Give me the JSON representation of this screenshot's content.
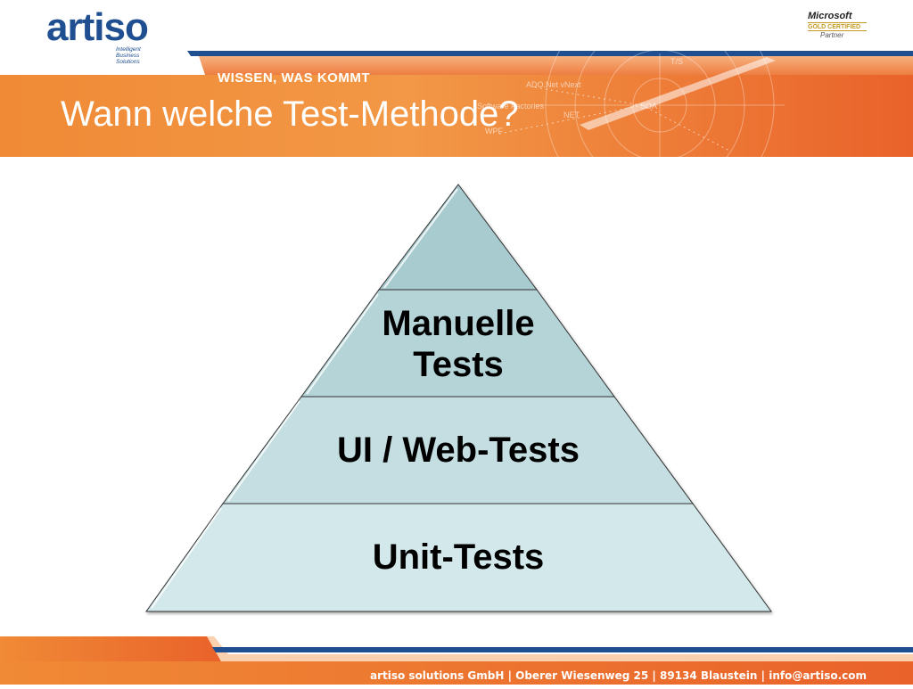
{
  "header": {
    "logo_text": "artiso",
    "logo_tagline": "Intelligent Business Solutions",
    "partner_brand": "Microsoft",
    "partner_level": "GOLD CERTIFIED",
    "partner_role": "Partner",
    "slogan": "WISSEN, WAS KOMMT",
    "background_tags": [
      "T/S",
      "ADO.Net vNext",
      "Software Factories",
      "SOA",
      "NET",
      "WPF"
    ]
  },
  "slide": {
    "title": "Wann welche Test-Methode?"
  },
  "pyramid": {
    "tiers": [
      {
        "label": ""
      },
      {
        "label_line1": "Manuelle",
        "label_line2": "Tests"
      },
      {
        "label": "UI / Web-Tests"
      },
      {
        "label": "Unit-Tests"
      }
    ]
  },
  "footer": {
    "text": "artiso solutions GmbH | Oberer Wiesenweg 25 | 89134 Blaustein | info@artiso.com"
  },
  "colors": {
    "brand_blue": "#1f4f91",
    "orange": "#ea6a2a",
    "orange_light": "#f39a3c",
    "tier_top": "#a8cbd0",
    "tier_upper": "#b4d4d8",
    "tier_middle": "#c4dee1",
    "tier_bottom": "#d3e8ea"
  }
}
